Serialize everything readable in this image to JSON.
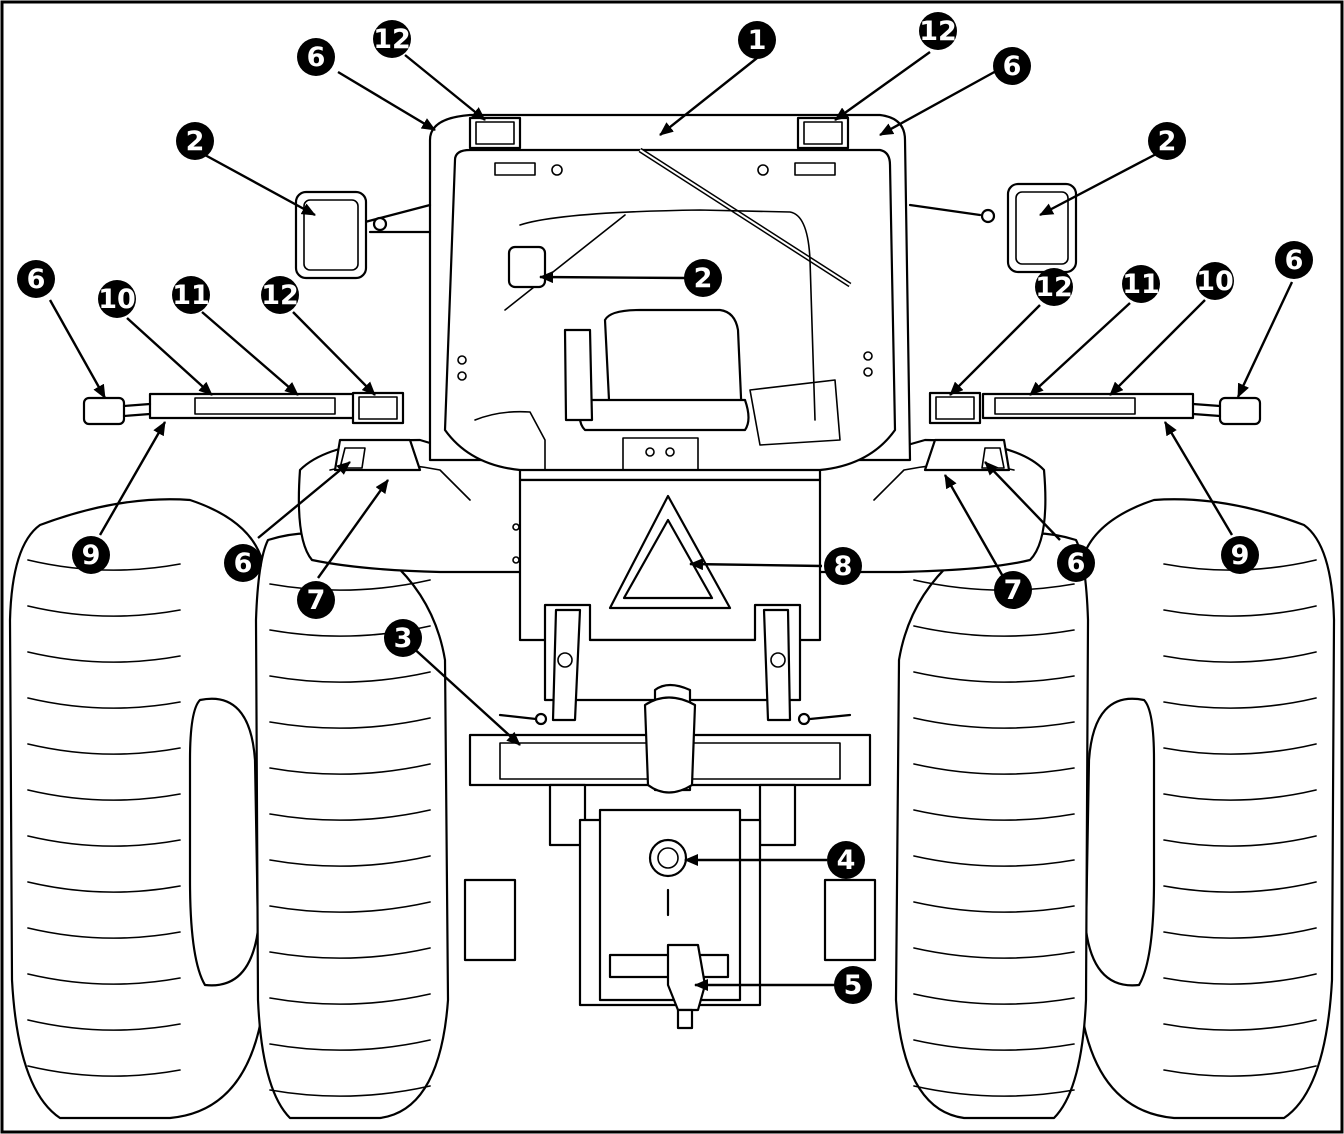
{
  "diagram": {
    "subject": "tractor-rear-view",
    "callouts": [
      {
        "id": "c1",
        "label": "1"
      },
      {
        "id": "c2a",
        "label": "2"
      },
      {
        "id": "c2b",
        "label": "2"
      },
      {
        "id": "c2c",
        "label": "2"
      },
      {
        "id": "c3",
        "label": "3"
      },
      {
        "id": "c4",
        "label": "4"
      },
      {
        "id": "c5",
        "label": "5"
      },
      {
        "id": "c6a",
        "label": "6"
      },
      {
        "id": "c6b",
        "label": "6"
      },
      {
        "id": "c6c",
        "label": "6"
      },
      {
        "id": "c6d",
        "label": "6"
      },
      {
        "id": "c6e",
        "label": "6"
      },
      {
        "id": "c6f",
        "label": "6"
      },
      {
        "id": "c7a",
        "label": "7"
      },
      {
        "id": "c7b",
        "label": "7"
      },
      {
        "id": "c8",
        "label": "8"
      },
      {
        "id": "c9a",
        "label": "9"
      },
      {
        "id": "c9b",
        "label": "9"
      },
      {
        "id": "c10a",
        "label": "10"
      },
      {
        "id": "c10b",
        "label": "10"
      },
      {
        "id": "c11a",
        "label": "11"
      },
      {
        "id": "c11b",
        "label": "11"
      },
      {
        "id": "c12a",
        "label": "12"
      },
      {
        "id": "c12b",
        "label": "12"
      },
      {
        "id": "c12c",
        "label": "12"
      },
      {
        "id": "c12d",
        "label": "12"
      }
    ]
  }
}
